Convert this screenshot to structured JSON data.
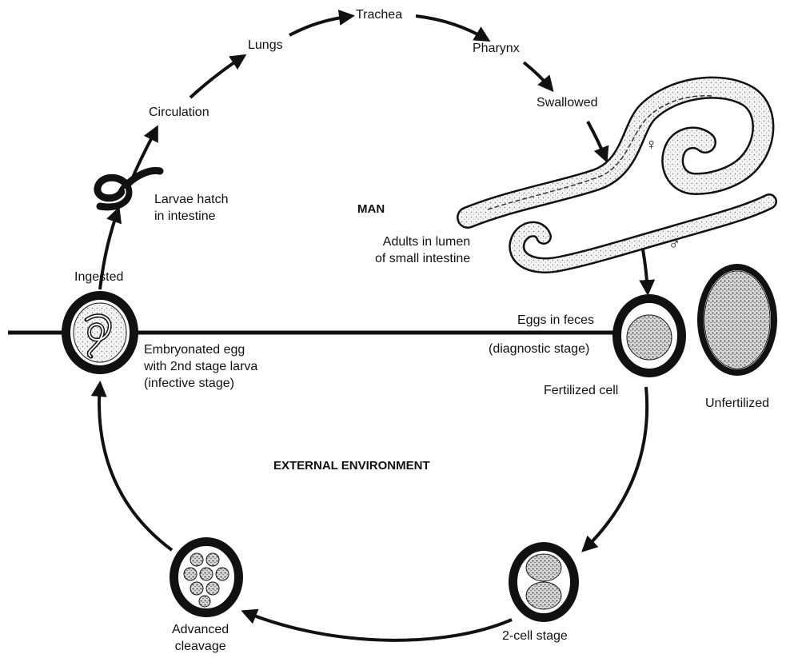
{
  "diagram": {
    "regions": {
      "man": "MAN",
      "external": "EXTERNAL ENVIRONMENT"
    },
    "stages": {
      "trachea": "Trachea",
      "lungs": "Lungs",
      "pharynx": "Pharynx",
      "circulation": "Circulation",
      "swallowed": "Swallowed",
      "larvae_hatch": "Larvae hatch\nin intestine",
      "adults": "Adults in lumen\nof small intestine",
      "ingested": "Ingested",
      "eggs_in_feces": "Eggs in feces",
      "diagnostic_stage": "(diagnostic stage)",
      "fertilized_cell": "Fertilized cell",
      "unfertilized": "Unfertilized",
      "embryonated_egg": "Embryonated egg\nwith 2nd stage larva\n(infective stage)",
      "two_cell": "2-cell stage",
      "advanced_cleavage": "Advanced\ncleavage"
    },
    "symbols": {
      "female": "♀",
      "male": "♂"
    }
  }
}
